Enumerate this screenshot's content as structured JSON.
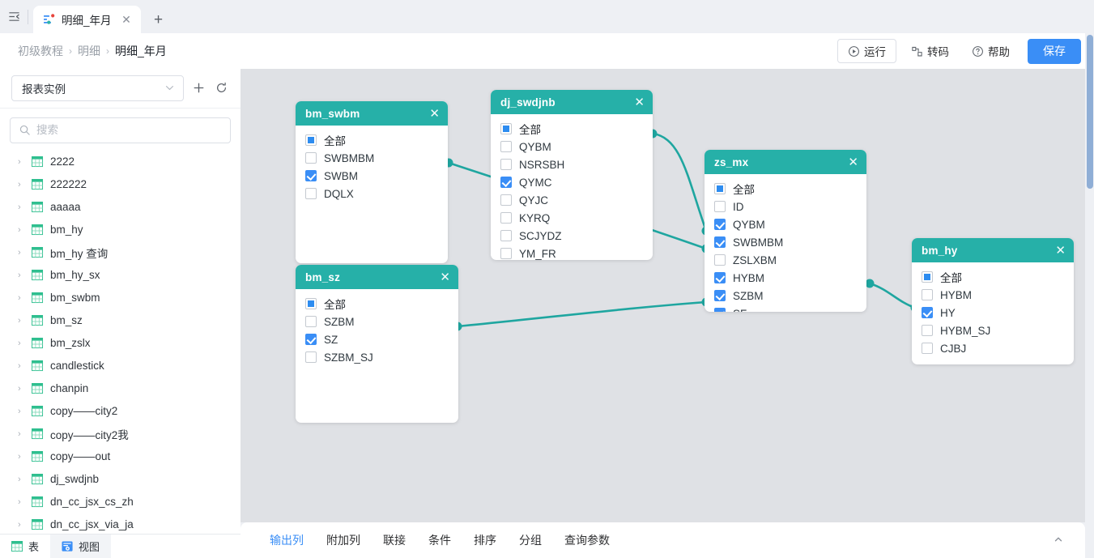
{
  "window": {
    "sidebar_toggle_icon": "panel-collapse-icon",
    "tab": {
      "title": "明细_年月",
      "favicon": "report-icon",
      "close": "✕"
    },
    "new_tab": "+"
  },
  "header": {
    "breadcrumb": [
      "初级教程",
      "明细",
      "明细_年月"
    ],
    "separator": "›",
    "actions": {
      "run": "运行",
      "transcode": "转码",
      "help": "帮助",
      "save": "保存"
    },
    "accent_blue": "#3a8ef6"
  },
  "sidebar": {
    "datasource": {
      "value": "报表实例",
      "caret": "⌄"
    },
    "add_icon": "plus-icon",
    "refresh_icon": "refresh-icon",
    "search": {
      "value": "",
      "placeholder": "搜索",
      "icon": "search-icon"
    },
    "items": [
      "2222",
      "222222",
      "aaaaa",
      "bm_hy",
      "bm_hy 查询",
      "bm_hy_sx",
      "bm_swbm",
      "bm_sz",
      "bm_zslx",
      "candlestick",
      "chanpin",
      "copy——city2",
      "copy——city2我",
      "copy——out",
      "dj_swdjnb",
      "dn_cc_jsx_cs_zh",
      "dn_cc_jsx_via_ja"
    ],
    "expand_arrow": "›",
    "footer": {
      "tables": "表",
      "views": "视图",
      "selected": "视图"
    }
  },
  "canvas": {
    "accent_teal": "#26b0a8",
    "background": "#dfe1e5",
    "tables": [
      {
        "name": "bm_swbm",
        "close": "✕",
        "fields": [
          {
            "label": "全部",
            "state": "indeterminate"
          },
          {
            "label": "SWBMBM",
            "state": "unchecked"
          },
          {
            "label": "SWBM",
            "state": "checked"
          },
          {
            "label": "DQLX",
            "state": "unchecked"
          }
        ]
      },
      {
        "name": "dj_swdjnb",
        "close": "✕",
        "fields": [
          {
            "label": "全部",
            "state": "indeterminate"
          },
          {
            "label": "QYBM",
            "state": "unchecked"
          },
          {
            "label": "NSRSBH",
            "state": "unchecked"
          },
          {
            "label": "QYMC",
            "state": "checked"
          },
          {
            "label": "QYJC",
            "state": "unchecked"
          },
          {
            "label": "KYRQ",
            "state": "unchecked"
          },
          {
            "label": "SCJYDZ",
            "state": "unchecked"
          },
          {
            "label": "YM_FR",
            "state": "unchecked"
          }
        ]
      },
      {
        "name": "zs_mx",
        "close": "✕",
        "fields": [
          {
            "label": "全部",
            "state": "indeterminate"
          },
          {
            "label": "ID",
            "state": "unchecked"
          },
          {
            "label": "QYBM",
            "state": "checked"
          },
          {
            "label": "SWBMBM",
            "state": "checked"
          },
          {
            "label": "ZSLXBM",
            "state": "unchecked"
          },
          {
            "label": "HYBM",
            "state": "checked"
          },
          {
            "label": "SZBM",
            "state": "checked"
          },
          {
            "label": "SF",
            "state": "checked"
          }
        ]
      },
      {
        "name": "bm_sz",
        "close": "✕",
        "fields": [
          {
            "label": "全部",
            "state": "indeterminate"
          },
          {
            "label": "SZBM",
            "state": "unchecked"
          },
          {
            "label": "SZ",
            "state": "checked"
          },
          {
            "label": "SZBM_SJ",
            "state": "unchecked"
          }
        ]
      },
      {
        "name": "bm_hy",
        "close": "✕",
        "fields": [
          {
            "label": "全部",
            "state": "indeterminate"
          },
          {
            "label": "HYBM",
            "state": "unchecked"
          },
          {
            "label": "HY",
            "state": "checked"
          },
          {
            "label": "HYBM_SJ",
            "state": "unchecked"
          },
          {
            "label": "CJBJ",
            "state": "unchecked"
          }
        ]
      }
    ],
    "joins": [
      {
        "from": "bm_swbm.SWBM",
        "to": "zs_mx.SWBMBM"
      },
      {
        "from": "dj_swdjnb.QYBM",
        "to": "zs_mx.QYBM"
      },
      {
        "from": "bm_sz.SZ",
        "to": "zs_mx.SZBM"
      },
      {
        "from": "zs_mx.HYBM",
        "to": "bm_hy.HYBM"
      }
    ]
  },
  "bottom": {
    "tabs": [
      "输出列",
      "附加列",
      "联接",
      "条件",
      "排序",
      "分组",
      "查询参数"
    ],
    "active": "输出列",
    "collapse_icon": "chevron-up-icon"
  }
}
